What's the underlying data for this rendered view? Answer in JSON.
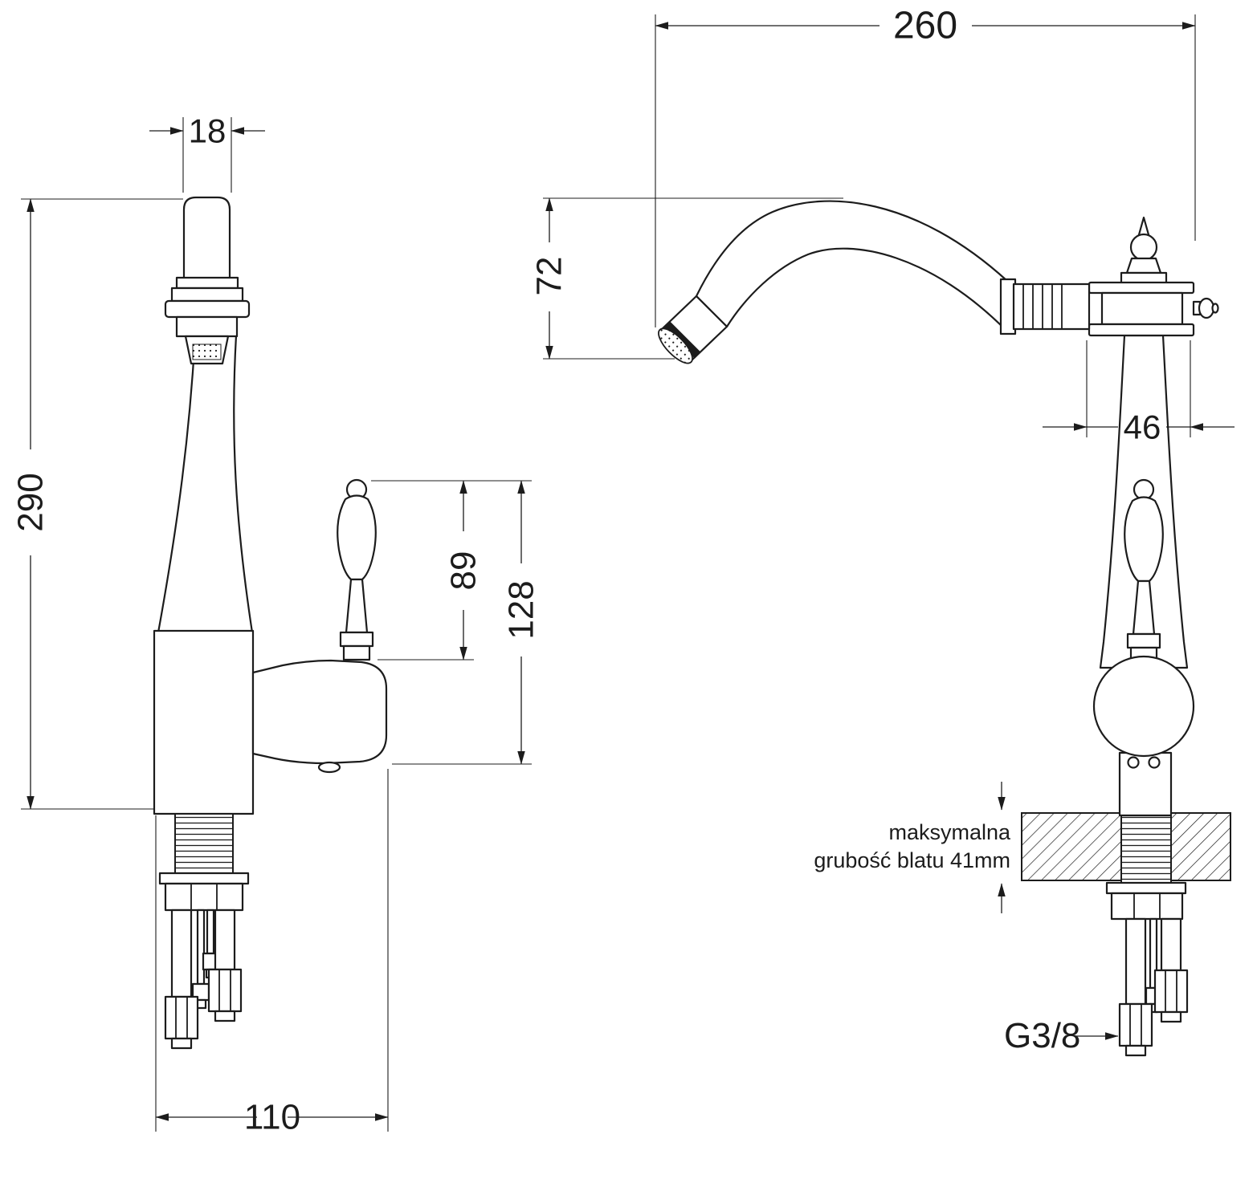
{
  "dimensions": {
    "spout_tube_width": "18",
    "overall_height": "290",
    "base_depth": "110",
    "handle_height": "89",
    "handle_overall_height": "128",
    "spout_reach": "260",
    "spout_drop": "72",
    "body_width": "46"
  },
  "annotations": {
    "counter_note_line1": "maksymalna",
    "counter_note_line2": "grubość blatu 41mm",
    "connection_thread": "G3/8"
  },
  "colors": {
    "ink": "#1c1c1c",
    "background": "#ffffff"
  }
}
